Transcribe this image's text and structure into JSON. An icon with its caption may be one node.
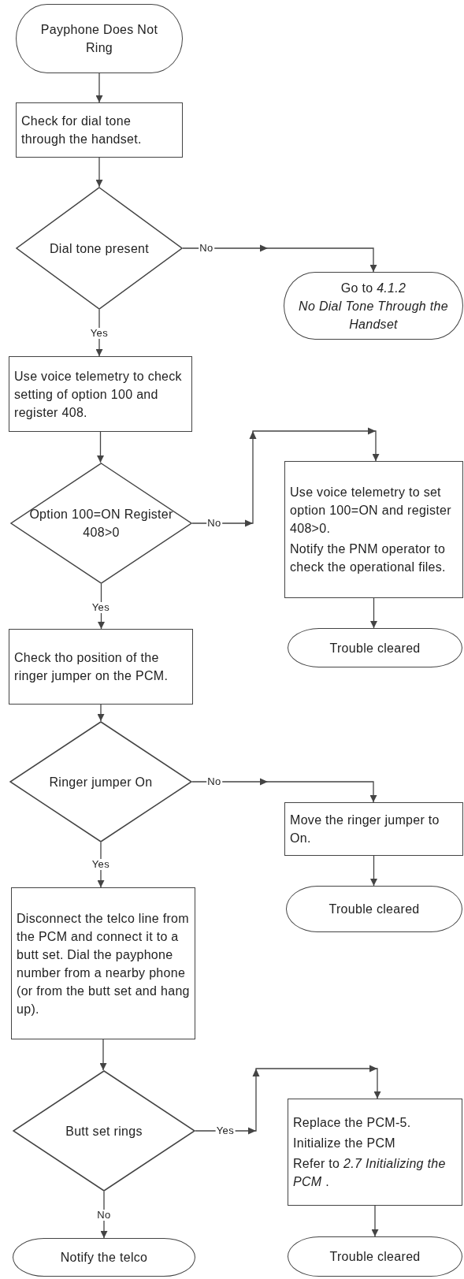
{
  "diagram": {
    "nodes": [
      {
        "text": [
          "Payphone Does Not Ring"
        ]
      },
      {
        "text": [
          "Check for dial tone through the handset."
        ]
      },
      {
        "text": [
          "Dial tone present"
        ]
      },
      {
        "text": [
          "Go to *4.1.2*",
          "No Dial Tone Through the Handset"
        ]
      },
      {
        "text": [
          "Use voice telemetry to check setting of option 100 and register 408."
        ]
      },
      {
        "text": [
          "Option 100=ON Register 408>0"
        ]
      },
      {
        "text": [
          "Use voice telemetry to set option 100=ON and register 408>0.",
          "Notify the PNM operator to check the operational files."
        ]
      },
      {
        "text": [
          "Trouble cleared"
        ]
      },
      {
        "text": [
          "Check tho position of the ringer jumper on the PCM."
        ]
      },
      {
        "text": [
          "Ringer jumper On"
        ]
      },
      {
        "text": [
          "Move the ringer jumper to On."
        ]
      },
      {
        "text": [
          "Trouble cleared"
        ]
      },
      {
        "text": [
          "Disconnect the telco line from the PCM and connect it to a butt set. Dial the payphone number from a nearby phone (or from the butt set and hang up)."
        ]
      },
      {
        "text": [
          "Butt set rings"
        ]
      },
      {
        "text": [
          "Replace the PCM-5.",
          "Initialize the PCM",
          "Refer to *2.7 Initializing the PCM* ."
        ]
      },
      {
        "text": [
          "Notify the telco"
        ]
      },
      {
        "text": [
          "Trouble cleared"
        ]
      }
    ],
    "edges": [
      {
        "from": 0,
        "to": 1,
        "arrow": "to"
      },
      {
        "from": 1,
        "to": 2,
        "arrow": "to"
      },
      {
        "from": 2,
        "to": 3,
        "arrow": "to",
        "label": "No"
      },
      {
        "from": 2,
        "to": 4,
        "arrow": "to",
        "label": "Yes"
      },
      {
        "from": 4,
        "to": 5,
        "arrow": "to"
      },
      {
        "from": 5,
        "to": 6,
        "arrow": "to",
        "label": "No"
      },
      {
        "from": 5,
        "to": 8,
        "arrow": "to",
        "label": "Yes"
      },
      {
        "from": 6,
        "to": 7,
        "arrow": "to"
      },
      {
        "from": 8,
        "to": 9,
        "arrow": "to"
      },
      {
        "from": 9,
        "to": 10,
        "arrow": "to",
        "label": "No"
      },
      {
        "from": 9,
        "to": 12,
        "arrow": "to",
        "label": "Yes"
      },
      {
        "from": 10,
        "to": 11,
        "arrow": "to"
      },
      {
        "from": 12,
        "to": 13,
        "arrow": "to"
      },
      {
        "from": 13,
        "to": 14,
        "arrow": "to",
        "label": "Yes"
      },
      {
        "from": 13,
        "to": 15,
        "arrow": "to",
        "label": "No"
      },
      {
        "from": 14,
        "to": 16,
        "arrow": "to"
      }
    ]
  }
}
